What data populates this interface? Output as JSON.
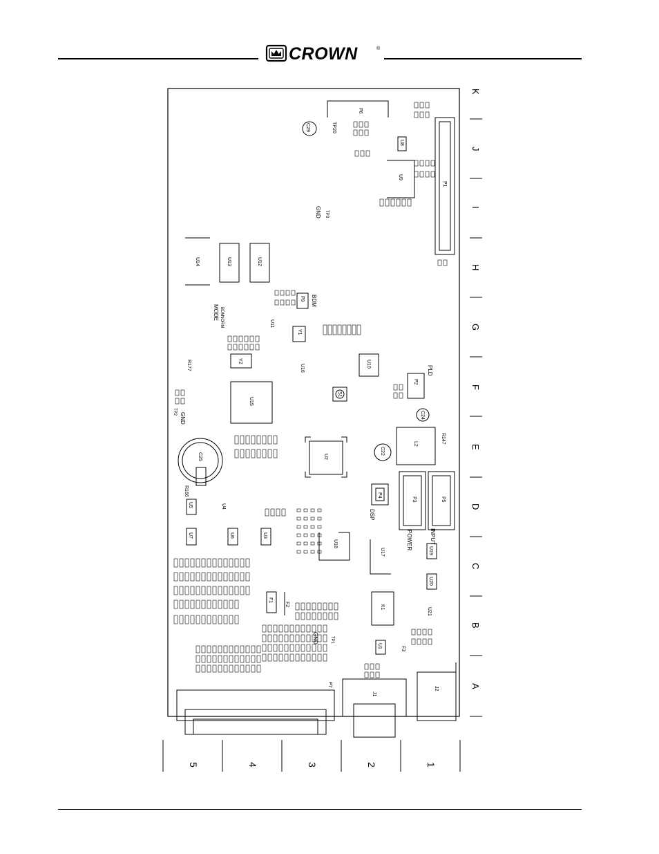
{
  "header": {
    "brand": "CROWN",
    "registered_mark": "®"
  },
  "board": {
    "row_labels": [
      "K",
      "J",
      "I",
      "H",
      "G",
      "F",
      "E",
      "D",
      "C",
      "B",
      "A"
    ],
    "column_labels": [
      "5",
      "4",
      "3",
      "2",
      "1"
    ],
    "text_labels": {
      "mode": "MODE",
      "bdm_small": "BDM",
      "norm": "NORM",
      "bdm": "BDM",
      "pld": "PLD",
      "dsp": "DSP",
      "power": "POWER",
      "input": "INPUT",
      "gnd1": "GND",
      "gnd2": "GND",
      "gnd3": "GND",
      "tp20": "TP20",
      "tp3": "TP3",
      "tp1": "TP1",
      "tp2": "TP2"
    },
    "chips": {
      "p6": "P6",
      "p1": "P1",
      "u8": "U8",
      "u9": "U9",
      "u14": "U14",
      "u13": "U13",
      "u12": "U12",
      "u11": "U11",
      "p9": "P9",
      "u15": "U15",
      "u16": "U16",
      "u10": "U10",
      "p2": "P2",
      "u2": "U2",
      "l2": "L2",
      "c25": "C25",
      "c24": "C24",
      "c22": "C22",
      "c29": "C29",
      "p3": "P3",
      "p4": "P4",
      "p5": "P5",
      "u18": "U18",
      "u17": "U17",
      "u19": "U19",
      "u20": "U20",
      "u21": "U21",
      "k1": "K1",
      "u1": "U1",
      "u5": "U5",
      "u4": "U4",
      "u7": "U7",
      "u6": "U6",
      "u3": "U3",
      "f1": "F1",
      "f2": "F2",
      "f3": "F3",
      "j1": "J1",
      "j2": "J2",
      "p7": "P7",
      "y1": "Y1",
      "y2": "Y2",
      "s1": "S1",
      "r147": "R147",
      "r166": "R166",
      "r177": "R177"
    }
  }
}
